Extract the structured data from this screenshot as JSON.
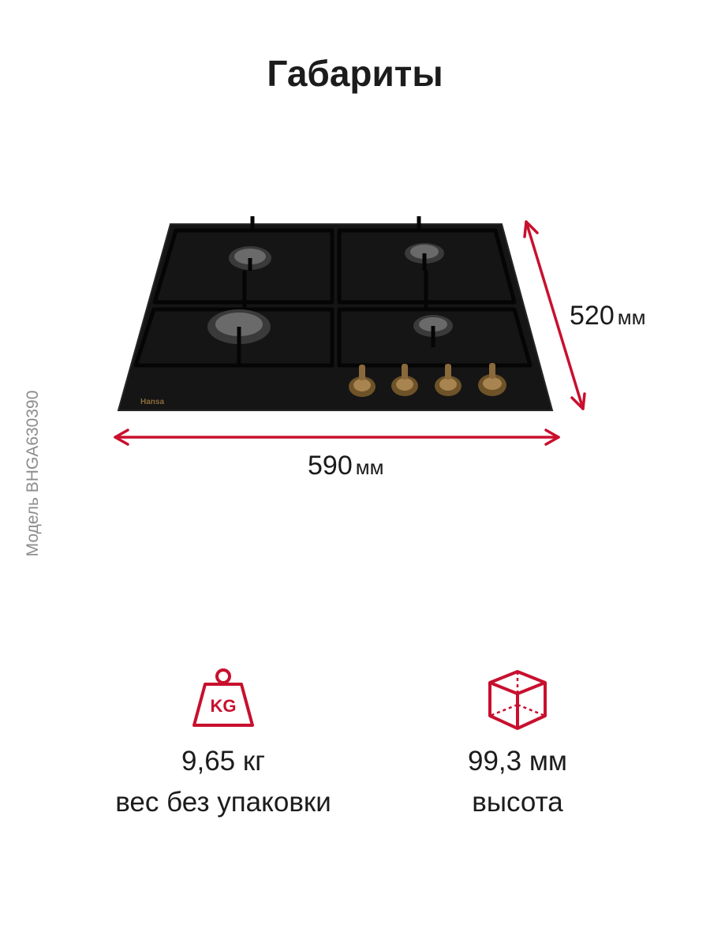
{
  "title": "Габариты",
  "model_label": "Модель BHGA630390",
  "product": {
    "brand": "Hansa",
    "depth": {
      "value": "520",
      "unit": "мм"
    },
    "width": {
      "value": "590",
      "unit": "мм"
    }
  },
  "specs": [
    {
      "icon": "weight-kg-icon",
      "icon_text": "KG",
      "value": "9,65 кг",
      "label": "вес без упаковки"
    },
    {
      "icon": "cube-icon",
      "value": "99,3 мм",
      "label": "высота"
    }
  ],
  "colors": {
    "accent": "#c8102e",
    "hob": "#111111",
    "knob": "#8a6a3a"
  }
}
